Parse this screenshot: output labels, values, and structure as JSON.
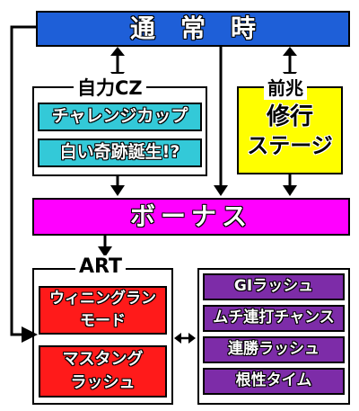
{
  "nodes": {
    "normal": "通　常　時",
    "self_cz": {
      "label": "自力CZ",
      "items": [
        "チャレンジカップ",
        "白い奇跡誕生!?"
      ]
    },
    "omen": {
      "label": "前兆",
      "item_line1": "修行",
      "item_line2": "ステージ"
    },
    "bonus": "ボーナス",
    "art": {
      "label": "ART",
      "items": [
        {
          "line1": "ウィニングラン",
          "line2": "モード"
        },
        {
          "line1": "マスタング",
          "line2": "ラッシュ"
        }
      ]
    },
    "rush_list": [
      "GIラッシュ",
      "ムチ連打チャンス",
      "連勝ラッシュ",
      "根性タイム"
    ]
  },
  "colors": {
    "normal": "#1e5fd8",
    "cz_item": "#33c9d8",
    "omen": "#ffff00",
    "bonus": "#ff00ff",
    "art_item": "#ff1a1a",
    "rush_item": "#7d2ca8"
  }
}
